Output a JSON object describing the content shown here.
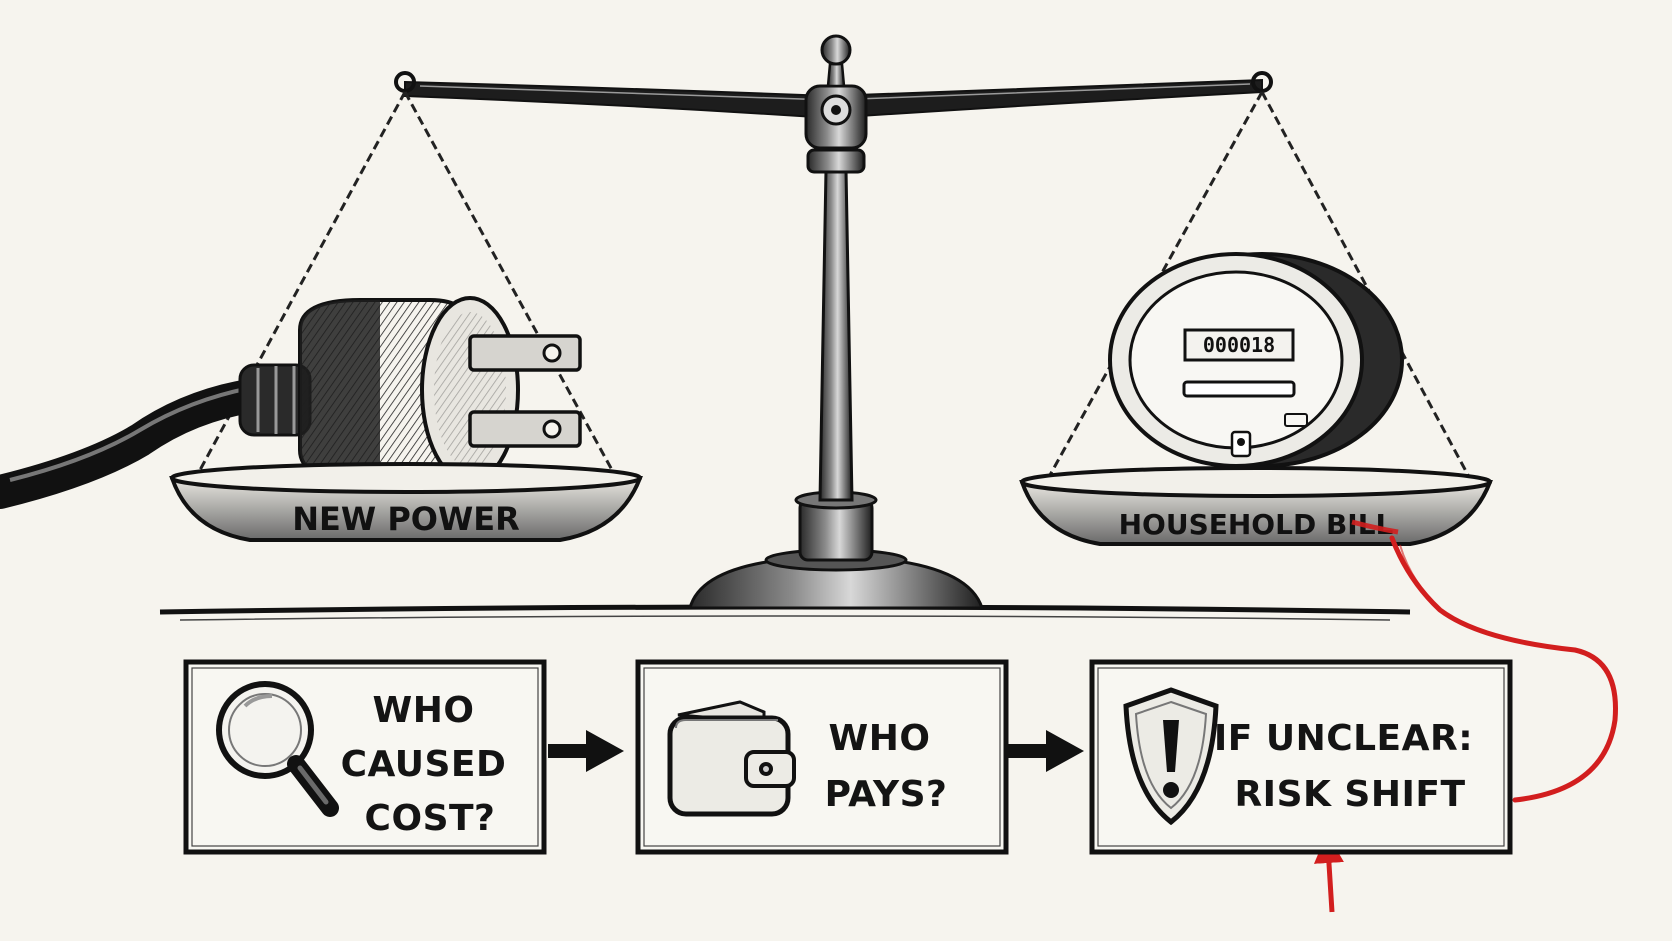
{
  "scale": {
    "left_pan_label": "NEW POWER",
    "right_pan_label": "HOUSEHOLD BILL",
    "meter_reading": "000018"
  },
  "flow": [
    {
      "id": "who-caused",
      "icon": "magnifying-glass-icon",
      "lines": [
        "WHO",
        "CAUSED",
        "COST?"
      ]
    },
    {
      "id": "who-pays",
      "icon": "wallet-icon",
      "lines": [
        "WHO",
        "PAYS?"
      ]
    },
    {
      "id": "risk-shift",
      "icon": "warning-shield-icon",
      "lines": [
        "IF UNCLEAR:",
        "RISK SHIFT"
      ]
    }
  ],
  "colors": {
    "ink": "#141414",
    "paper": "#f6f4ee",
    "accent": "#d21e1e"
  }
}
